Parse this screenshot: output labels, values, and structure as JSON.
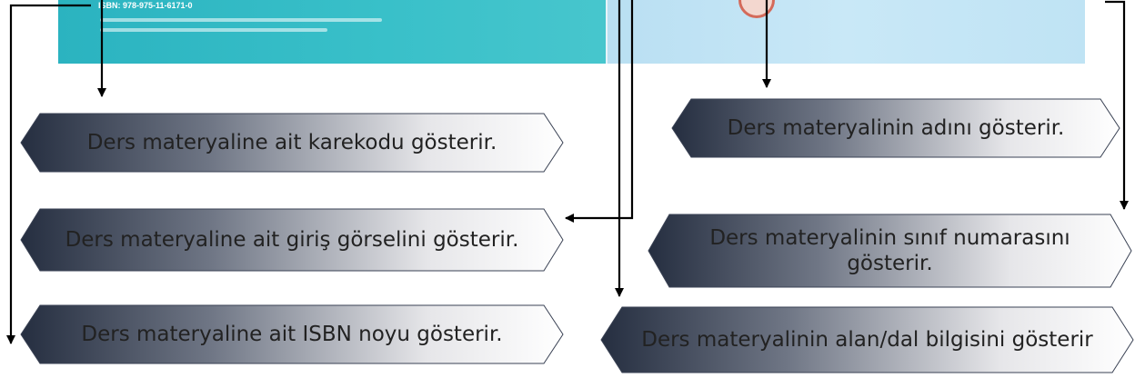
{
  "cover": {
    "isbn": "ISBN: 978-975-11-6171-0"
  },
  "labels": [
    "Ders materyaline ait karekodu gösterir.",
    "Ders materyaline ait giriş görselini gösterir.",
    "Ders materyaline ait ISBN noyu gösterir.",
    "Ders materyalinin adını gösterir.",
    "Ders materyalinin sınıf numarasını gösterir.",
    "Ders materyalinin alan/dal bilgisini gösterir"
  ],
  "colors": {
    "cover_left": "#2bb3c0",
    "cover_right": "#c9e8f7",
    "box_dark": "#2c3648",
    "box_light": "#ffffff",
    "arrow": "#000000"
  }
}
